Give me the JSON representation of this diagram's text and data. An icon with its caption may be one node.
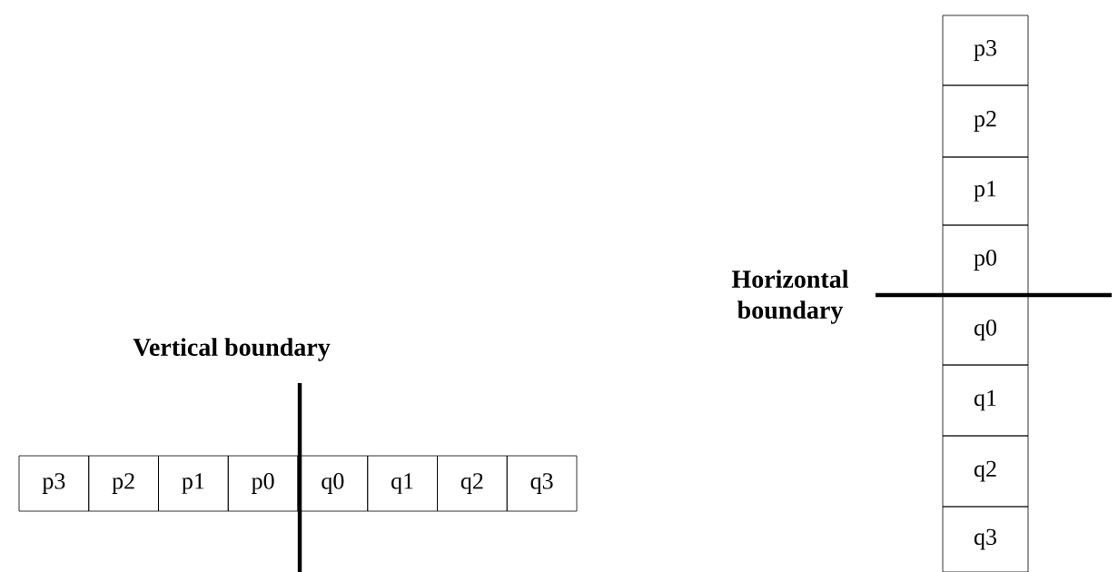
{
  "diagram": {
    "nodes": [
      {
        "text": [
          "p3"
        ]
      },
      {
        "text": [
          "p2"
        ]
      },
      {
        "text": [
          "p1"
        ]
      },
      {
        "text": [
          "p0"
        ]
      },
      {
        "text": [
          "q0"
        ]
      },
      {
        "text": [
          "q1"
        ]
      },
      {
        "text": [
          "q2"
        ]
      },
      {
        "text": [
          "q3"
        ]
      },
      {
        "text": [
          "p3"
        ]
      },
      {
        "text": [
          "p2"
        ]
      },
      {
        "text": [
          "p1"
        ]
      },
      {
        "text": [
          "p0"
        ]
      },
      {
        "text": [
          "q0"
        ]
      },
      {
        "text": [
          "q1"
        ]
      },
      {
        "text": [
          "q2"
        ]
      },
      {
        "text": [
          "q3"
        ]
      }
    ],
    "labels": [
      "Vertical boundary",
      "Horizontal boundary"
    ]
  }
}
